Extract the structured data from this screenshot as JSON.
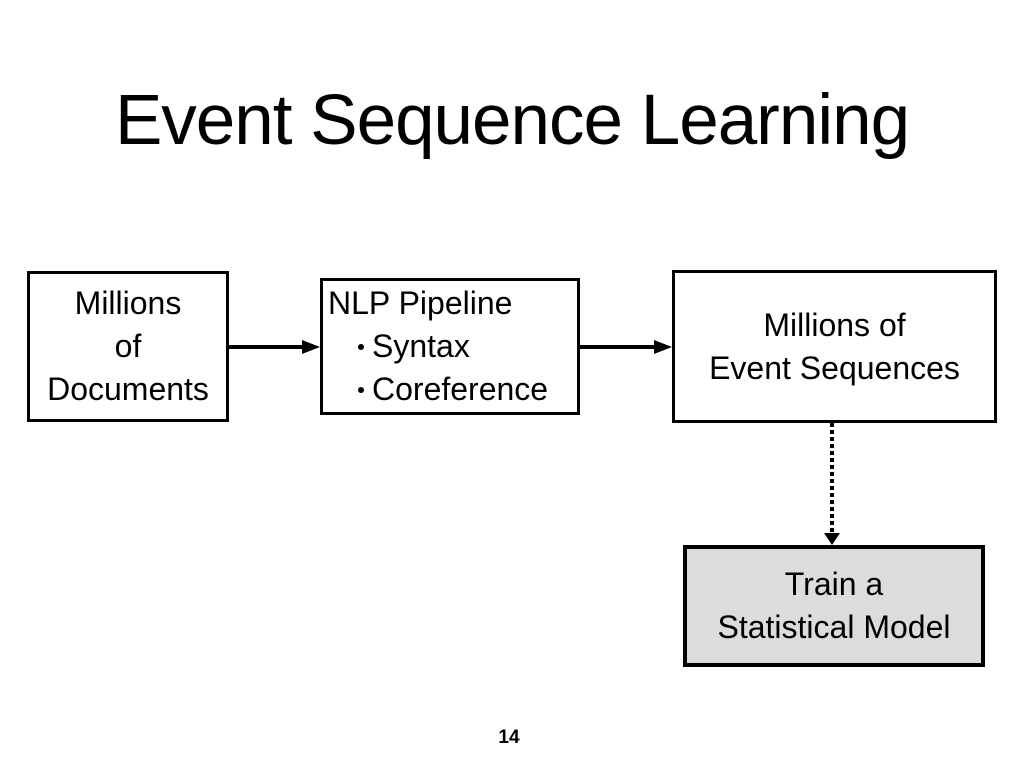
{
  "slide": {
    "title": "Event Sequence Learning",
    "page_number": "14",
    "colors": {
      "background": "#ffffff",
      "text": "#000000",
      "border": "#000000",
      "arrow": "#000000",
      "box_fill_white": "#ffffff",
      "box_fill_gray": "#dcdcdc"
    },
    "boxes": {
      "documents": {
        "lines": [
          "Millions",
          "of",
          "Documents"
        ]
      },
      "nlp_pipeline": {
        "title": "NLP Pipeline",
        "bullets": [
          "Syntax",
          "Coreference"
        ]
      },
      "event_sequences": {
        "lines": [
          "Millions of",
          "Event Sequences"
        ]
      },
      "train_model": {
        "lines": [
          "Train a",
          "Statistical Model"
        ]
      }
    }
  }
}
